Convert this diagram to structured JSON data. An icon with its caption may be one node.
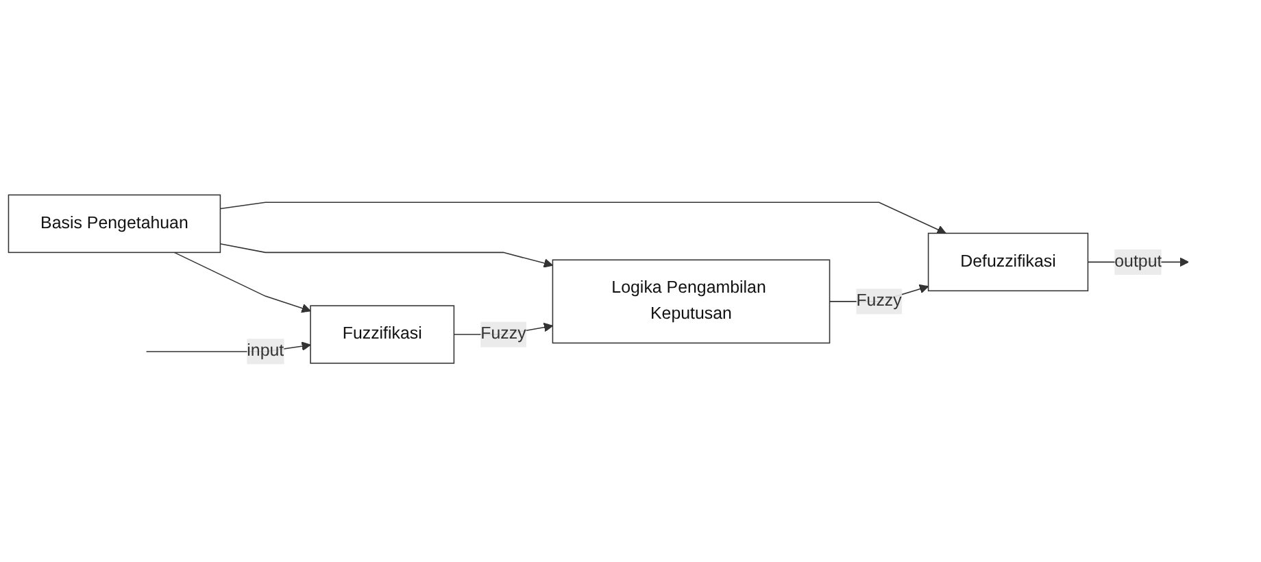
{
  "diagram": {
    "nodes": [
      {
        "text": [
          "Basis Pengetahuan"
        ]
      },
      {
        "text": [
          "Fuzzifikasi"
        ]
      },
      {
        "text": [
          "Logika Pengambilan Keputusan"
        ]
      },
      {
        "text": [
          "Defuzzifikasi"
        ]
      }
    ],
    "edges": [
      {
        "from": 0,
        "to": 1,
        "arrow": "to"
      },
      {
        "from": 0,
        "to": 2,
        "arrow": "to"
      },
      {
        "from": 0,
        "to": 3,
        "arrow": "to"
      },
      {
        "from": 1,
        "to": 2,
        "arrow": "to",
        "label": "Fuzzy"
      },
      {
        "from": 2,
        "to": 3,
        "arrow": "to",
        "label": "Fuzzy"
      },
      {
        "from": null,
        "to": 1,
        "arrow": "to",
        "label": "input"
      },
      {
        "from": 3,
        "to": null,
        "arrow": "to",
        "label": "output"
      }
    ]
  }
}
